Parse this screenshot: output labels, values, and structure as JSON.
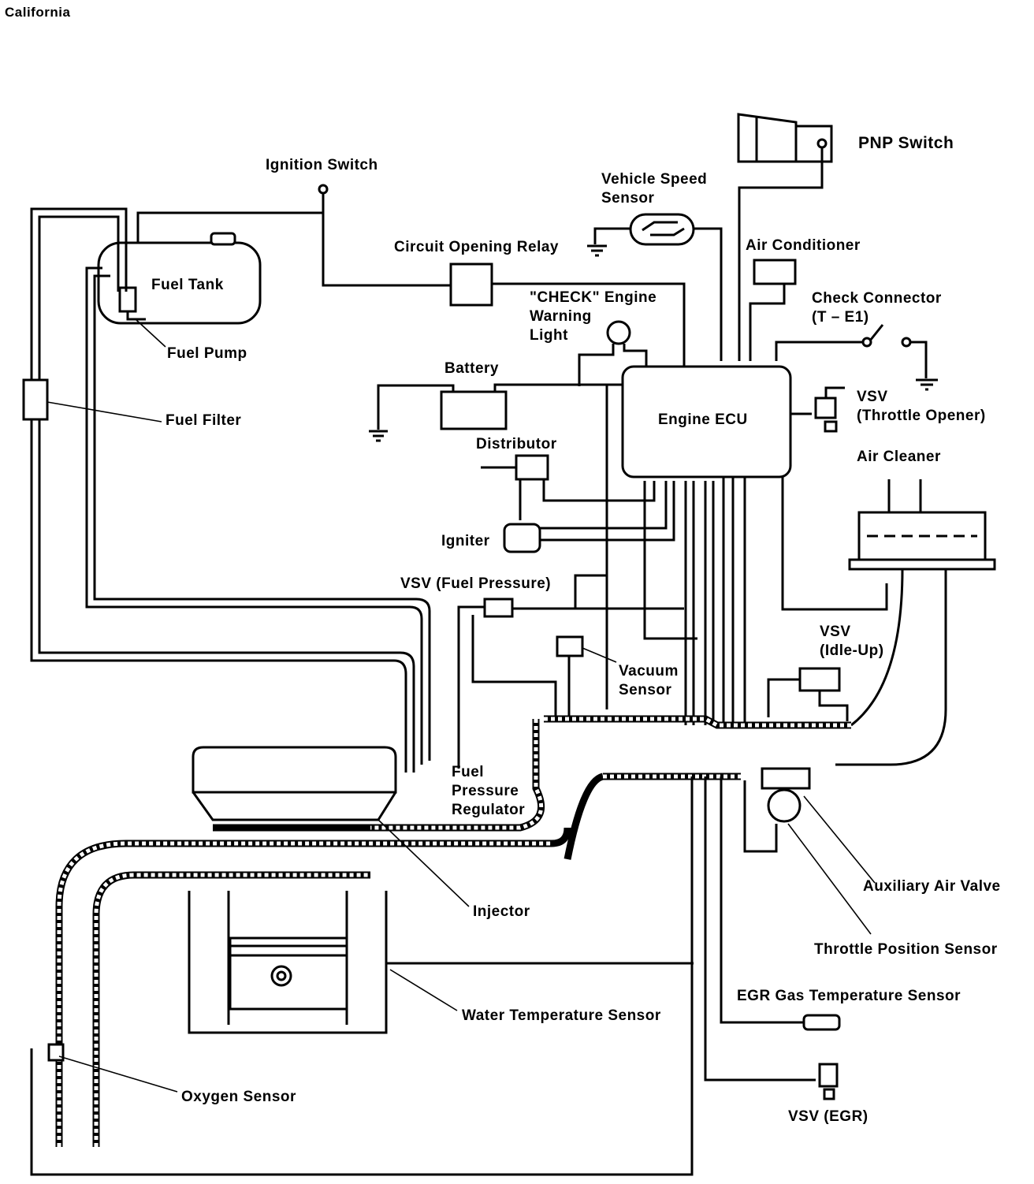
{
  "title": "California",
  "diagram": {
    "type": "Engine control system wiring / vacuum schematic",
    "labels": {
      "ignition_switch": "Ignition Switch",
      "fuel_tank": "Fuel Tank",
      "fuel_pump": "Fuel Pump",
      "fuel_filter": "Fuel Filter",
      "circuit_opening_relay": "Circuit Opening Relay",
      "vehicle_speed_sensor": "Vehicle Speed\nSensor",
      "pnp_switch": "PNP Switch",
      "air_conditioner": "Air Conditioner",
      "check_connector": "Check Connector\n(T – E1)",
      "check_engine_light": "\"CHECK\" Engine\nWarning\nLight",
      "battery": "Battery",
      "engine_ecu": "Engine ECU",
      "vsv_throttle_opener": "VSV\n(Throttle Opener)",
      "air_cleaner": "Air Cleaner",
      "distributor": "Distributor",
      "igniter": "Igniter",
      "vsv_fuel_pressure": "VSV (Fuel Pressure)",
      "vsv_idle_up": "VSV\n(Idle-Up)",
      "vacuum_sensor": "Vacuum\nSensor",
      "fuel_pressure_regulator": "Fuel\nPressure\nRegulator",
      "injector": "Injector",
      "auxiliary_air_valve": "Auxiliary Air Valve",
      "throttle_position_sensor": "Throttle Position Sensor",
      "water_temperature_sensor": "Water Temperature Sensor",
      "egr_gas_temperature_sensor": "EGR Gas Temperature Sensor",
      "vsv_egr": "VSV (EGR)",
      "oxygen_sensor": "Oxygen Sensor"
    }
  }
}
